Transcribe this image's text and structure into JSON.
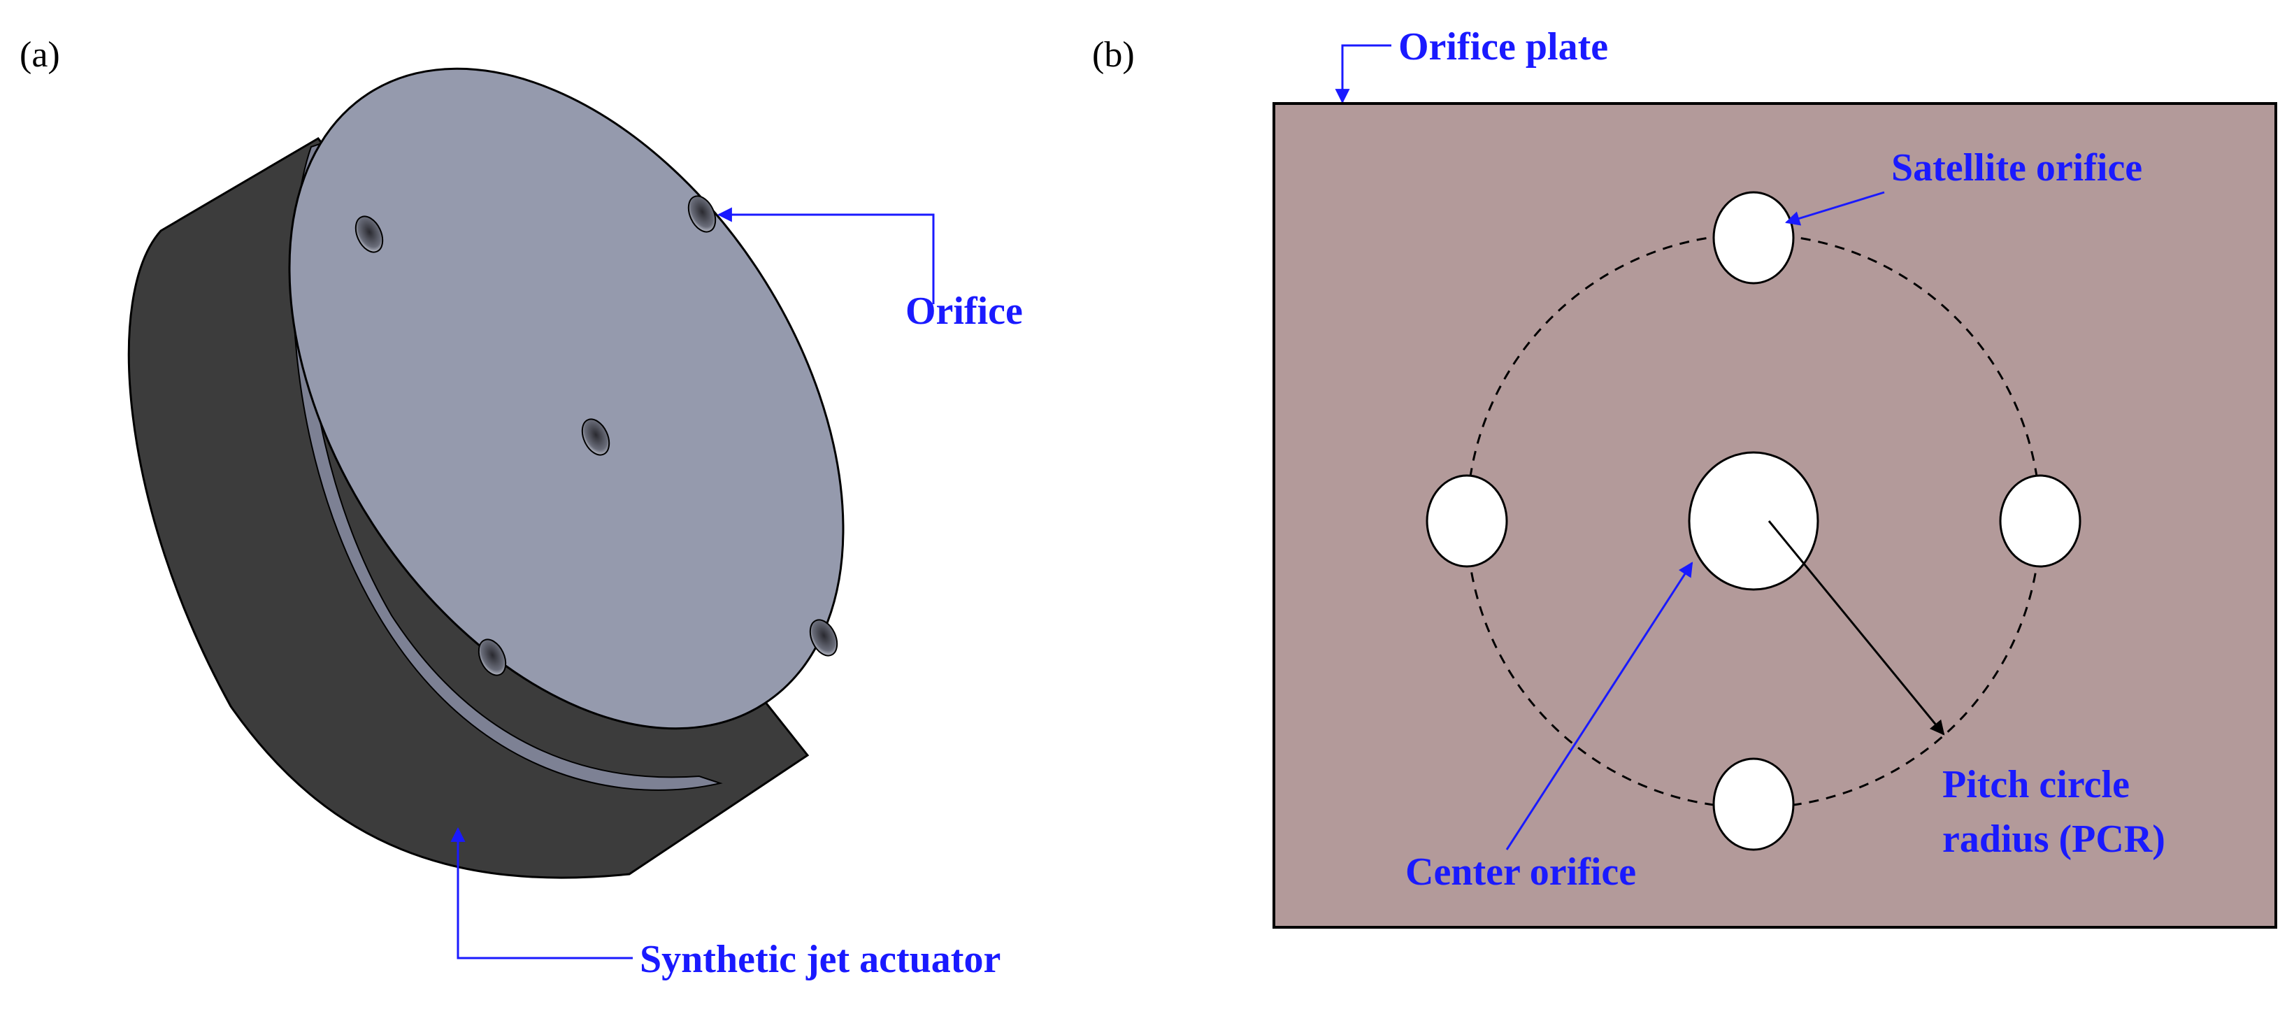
{
  "colors": {
    "annotation_blue": "#1a1aff",
    "plate_face": "#959aad",
    "actuator_body": "#3c3c3c",
    "orifice_plate_bg": "#b39a9a",
    "outline": "#000000",
    "hole_fill": "#ffffff"
  },
  "panel_a": {
    "label": "(a)",
    "callouts": {
      "orifice": "Orifice",
      "actuator": "Synthetic jet actuator"
    }
  },
  "panel_b": {
    "label": "(b)",
    "callouts": {
      "orifice_plate": "Orifice plate",
      "satellite_orifice": "Satellite orifice",
      "center_orifice": "Center orifice",
      "pcr_line1": "Pitch circle",
      "pcr_line2": "radius (PCR)"
    }
  }
}
